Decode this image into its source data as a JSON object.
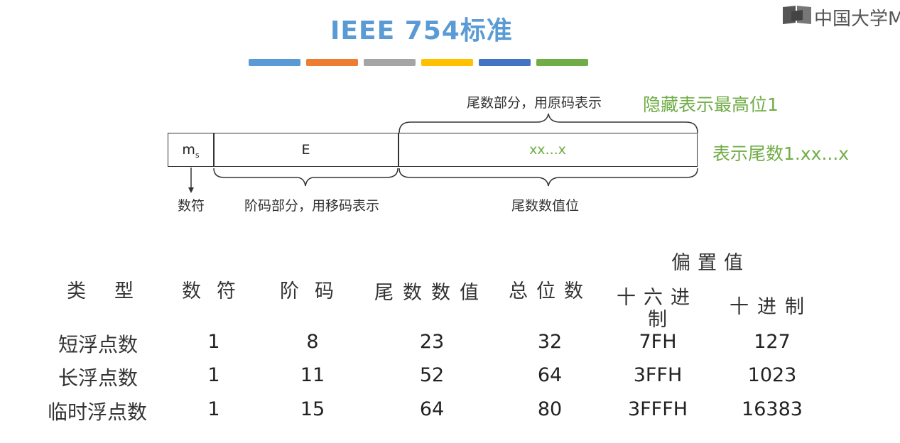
{
  "slide": {
    "title": "IEEE 754标准",
    "color_bars": [
      "#5b9bd5",
      "#ed7d31",
      "#a5a5a5",
      "#ffc000",
      "#4472c4",
      "#70ad47"
    ],
    "logo": {
      "text": "中国大学M",
      "icon": "mooc-book-icon"
    }
  },
  "diagram": {
    "mantissa_top_label": "尾数部分，用原码表示",
    "hidden_bit_note": "隐藏表示最高位1",
    "sign_cell": "m",
    "sign_cell_sub": "s",
    "exp_cell": "E",
    "mant_cell": "xx...x",
    "mantissa_note": "表示尾数1.xx...x",
    "sign_label": "数符",
    "exp_label": "阶码部分，用移码表示",
    "mant_label": "尾数数值位"
  },
  "table": {
    "headers": {
      "type": "类型",
      "sign": "数符",
      "exp": "阶码",
      "mantissa": "尾数数值",
      "total": "总位数",
      "bias": "偏置值",
      "hex": "十六进",
      "hex2": "制",
      "dec": "十进制"
    },
    "rows": [
      {
        "type": "短浮点数",
        "sign": "1",
        "exp": "8",
        "mantissa": "23",
        "total": "32",
        "hex": "7FH",
        "dec": "127"
      },
      {
        "type": "长浮点数",
        "sign": "1",
        "exp": "11",
        "mantissa": "52",
        "total": "64",
        "hex": "3FFH",
        "dec": "1023"
      },
      {
        "type": "临时浮点数",
        "sign": "1",
        "exp": "15",
        "mantissa": "64",
        "total": "80",
        "hex": "3FFFH",
        "dec": "16383"
      }
    ]
  }
}
